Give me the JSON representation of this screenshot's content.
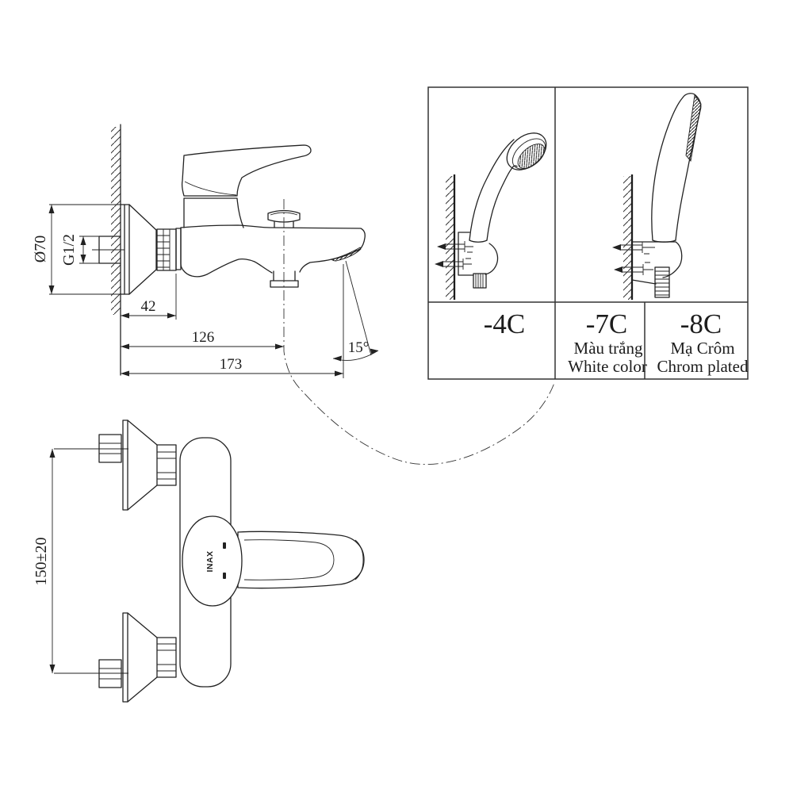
{
  "side_view": {
    "dim_diameter": "Ø70",
    "dim_thread": "G1/2",
    "dim_wall_offset": "42",
    "dim_diverter_distance": "126",
    "dim_total_length": "173",
    "dim_spout_angle": "15°"
  },
  "front_view": {
    "dim_inlet_spacing": "150±20",
    "brand_label": "INAX"
  },
  "variant_table": {
    "variants": [
      {
        "code": "-4C",
        "finish_vi": "",
        "finish_en": ""
      },
      {
        "code": "-7C",
        "finish_vi": "Màu trắng",
        "finish_en": "White color"
      },
      {
        "code": "-8C",
        "finish_vi": "Mạ Crôm",
        "finish_en": "Chrom plated"
      }
    ]
  },
  "colors": {
    "line": "#222222",
    "background": "#ffffff"
  }
}
